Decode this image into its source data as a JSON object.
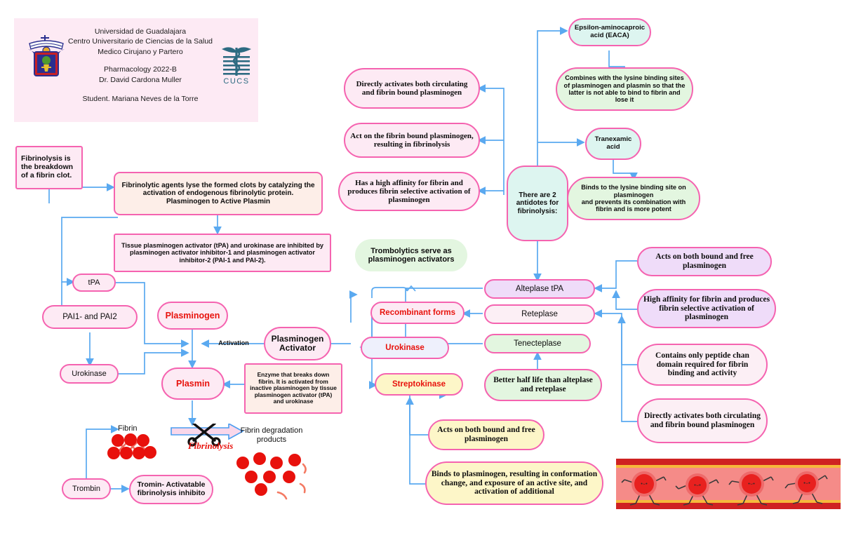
{
  "header": {
    "university": "Universidad de Guadalajara",
    "center": "Centro Universitario de Ciencias de la Salud",
    "program": "Medico Cirujano y Partero",
    "course": "Pharmacology  2022-B",
    "professor": "Dr. David Cardona Muller",
    "student": "Student. Mariana Neves de la Torre",
    "logo_left": "udg-coat-of-arms-logo",
    "logo_right": "cucs-caduceus-logo",
    "cucs_label": "CUCS"
  },
  "nodes": {
    "fibrinolysis_def": "Fibrinolysis is the breakdown of a fibrin clot.",
    "fibrinolytic_agents": "Fibrinolytic agents lyse the formed clots by catalyzing the activation of endogenous fibrinolytic protein.\nPlasminogen to Active Plasmin",
    "tpa_urokinase_inhibited": "Tissue plasminogen activator (tPA) and urokinase are inhibited by plasminogen activator inhibitor-1 and plasminogen activator inhibitor-2 (PAI-1 and PAI-2).",
    "tpa": "tPA",
    "pai": "PAI1- and PAI2",
    "urokinase_left": "Urokinase",
    "plasminogen": "Plasminogen",
    "plasmin": "Plasmin",
    "plasminogen_activator": "Plasminogen Activator",
    "activation_label": "Activation",
    "plasmin_enzyme_note": "Enzyme that breaks down fibrin. It is activated from inactive plasminogen by tissue plasminogen activator (tPA) and urokinase",
    "fibrin_label": "Fibrin",
    "fibrinolysis_arrow_label": "Fibrinolysis",
    "fdp_label": "Fibrin degradation products",
    "trombin": "Trombin",
    "tafi": "Tromin- Activatable fibrinolysis inhibito",
    "directly_activates_top": "Directly activates both circulating and fibrin bound plasminogen",
    "act_on_fibrin_bound": "Act on the fibrin bound plasminogen, resulting in fibrinolysis",
    "high_affinity_fibrin": "Has a high affinity for fibrin and produces fibrin selective activation of plasminogen",
    "two_antidotes": "There are 2 antidotes for fibrinolysis:",
    "eaca": "Epsilon-aminocaproic acid (EACA)",
    "eaca_detail": "Combines with the lysine binding sites of plasminogen and plasmin so that the latter is not able to bind to fibrin and lose it",
    "tranexamic_acid": "Tranexamic acid",
    "tranexamic_detail": "Binds to the lysine binding site on plasminogen\nand prevents its combination with fibrin and is more potent",
    "trombolytics_serve": "Trombolytics serve as plasminogen activators",
    "recombinant_forms": "Recombinant forms",
    "urokinase_mid": "Urokinase",
    "streptokinase": "Streptokinase",
    "alteplase": "Alteplase tPA",
    "reteplase": "Reteplase",
    "tenecteplase": "Tenecteplase",
    "better_half_life": "Better half life than alteplase and reteplase",
    "acts_bound_free_right": "Acts on both bound and free plasminogen",
    "high_affinity_right": "High affinity for fibrin and produces fibrin selective activation of plasminogen",
    "peptide_chain": "Contains only peptide chan domain required for fibrin binding and activity",
    "directly_activates_right": "Directly activates both circulating and fibrin bound plasminogen",
    "acts_bound_free_strep": "Acts on both bound and free plasminogen",
    "binds_plasminogen_strep": "Binds to plasminogen, resulting in conformation change, and exposure of an active site, and activation of additional"
  },
  "illustration": {
    "name": "red-blood-cells-in-vessel-illustration",
    "cell_count": 4
  },
  "colors": {
    "node_border": "#f563b0",
    "pink_fill": "#fdeaf4",
    "pale_pink_fill": "#fceff5",
    "peach_fill": "#fdeee8",
    "green_fill": "#e3f6e0",
    "mint_fill": "#ddf5f0",
    "purple_fill": "#efdcf9",
    "lavender_fill": "#eef0fc",
    "yellow_fill": "#fdf6c8",
    "connector": "#5aa9f0",
    "accent_red": "#e8120c",
    "blood_red": "#e8221e"
  }
}
